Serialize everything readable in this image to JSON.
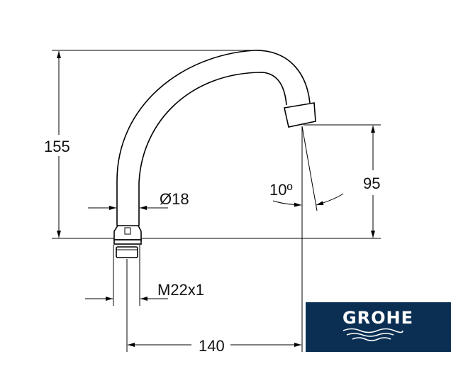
{
  "drawing": {
    "dimensions": {
      "total_height": "155",
      "outlet_height": "95",
      "diameter": "Ø18",
      "angle": "10º",
      "thread": "M22x1",
      "projection": "140"
    }
  },
  "logo": {
    "brand": "GROHE",
    "background_color": "#0b2f53"
  }
}
